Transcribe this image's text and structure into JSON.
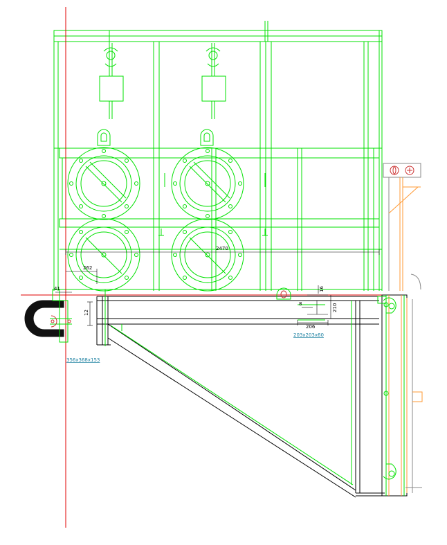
{
  "colors": {
    "background": "#ffffff",
    "frame": "#00e000",
    "frame_dark": "#009a3a",
    "section_line": "#000000",
    "crosshair": "#e00000",
    "secondary": "#ff9933",
    "dim_text": "#000000",
    "label_text": "#1a7fa0",
    "beam_fill": "#111111"
  },
  "dimensions": {
    "overall_width": "2470",
    "left_offset": "262",
    "small_a": "12",
    "small_b": "41",
    "beam_depth": "210",
    "beam_height_alt": "16",
    "web_thickness": "8",
    "flange_width": "206"
  },
  "section_labels": {
    "left_column": "356x368x153",
    "right_beam": "203x203x60"
  },
  "icons": {
    "crane_hook": "hook-icon",
    "valve_flange": "flange-icon",
    "lift_eye": "lifting-eye-icon",
    "support_clamp": "clamp-icon"
  }
}
